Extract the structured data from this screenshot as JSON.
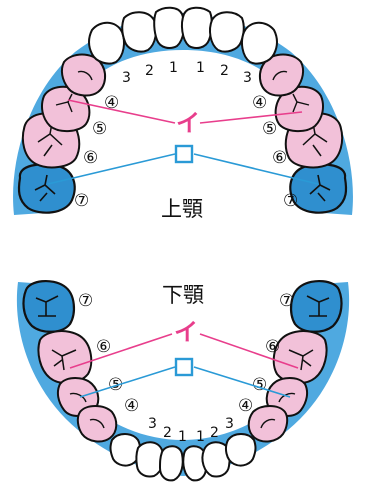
{
  "upper_jaw": {
    "title": "上顎",
    "front_numbers": {
      "left": [
        "3",
        "2",
        "1"
      ],
      "right": [
        "1",
        "2",
        "3"
      ]
    },
    "circled_numbers": [
      "④",
      "⑤",
      "⑥",
      "⑦"
    ],
    "pink_marker": "イ",
    "blue_marker": "ロ"
  },
  "lower_jaw": {
    "title": "下顎",
    "front_numbers": {
      "left": [
        "3",
        "2",
        "1"
      ],
      "right": [
        "1",
        "2",
        "3"
      ]
    },
    "circled_numbers": [
      "⑦",
      "⑥",
      "⑤",
      "④"
    ],
    "pink_marker": "イ",
    "blue_marker": "ロ"
  },
  "colors": {
    "pink_teeth": "#f2c1d9",
    "blue_teeth": "#2f8fcf",
    "gum_outline": "#4fa9e0",
    "pink_line": "#e83e8c",
    "blue_line": "#2a9ad6",
    "tooth_stroke": "#111111"
  },
  "icons": {
    "pink_marker_shape": "katakana-i",
    "blue_marker_shape": "hollow-square"
  }
}
